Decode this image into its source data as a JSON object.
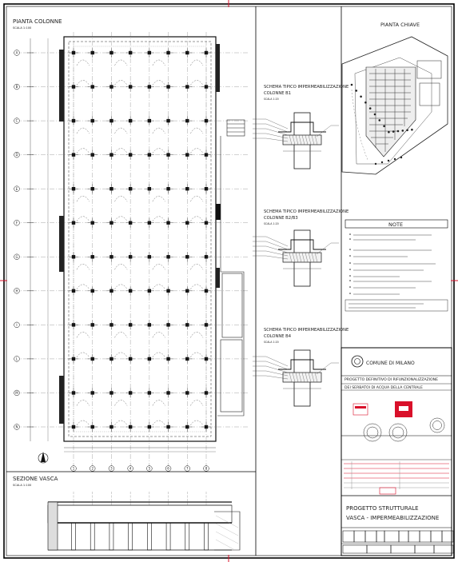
{
  "sheet": {
    "plan_title": "PIANTA COLONNE",
    "plan_scale": "SCALA 1:100",
    "section_title": "SEZIONE VASCA",
    "section_scale": "SCALA 1:100",
    "location_title": "PIANTA CHIAVE",
    "row_labels": [
      "A",
      "B",
      "C",
      "D",
      "E",
      "F",
      "G",
      "H",
      "I",
      "L",
      "M",
      "N"
    ],
    "col_labels": [
      "1",
      "2",
      "3",
      "4",
      "5",
      "6",
      "7",
      "8"
    ]
  },
  "details": [
    {
      "title_line1": "SCHEMA TIPICO IMPERMEABILIZZAZIONE",
      "title_line2": "COLONNE B1",
      "scale": "SCALA 1:20"
    },
    {
      "title_line1": "SCHEMA TIPICO IMPERMEABILIZZAZIONE",
      "title_line2": "COLONNE B2/B3",
      "scale": "SCALA 1:20"
    },
    {
      "title_line1": "SCHEMA TIPICO IMPERMEABILIZZAZIONE",
      "title_line2": "COLONNE B4",
      "scale": "SCALA 1:20"
    }
  ],
  "notes": {
    "title": "NOTE"
  },
  "title_block": {
    "municipality": "COMUNE DI MILANO",
    "project_line1": "PROGETTO DEFINITIVO DI RIFUNZIONALIZZAZIONE",
    "project_line2": "DEI SERBATOI DI ACQUA DELLA CENTRALE",
    "drawing_title_line1": "PROGETTO STRUTTURALE",
    "drawing_title_line2": "VASCA - IMPERMEABILIZZAZIONE"
  },
  "colors": {
    "line": "#1a1a1a",
    "frame": "#000000",
    "accent_red": "#d9102a",
    "soft_gray": "#888888"
  }
}
